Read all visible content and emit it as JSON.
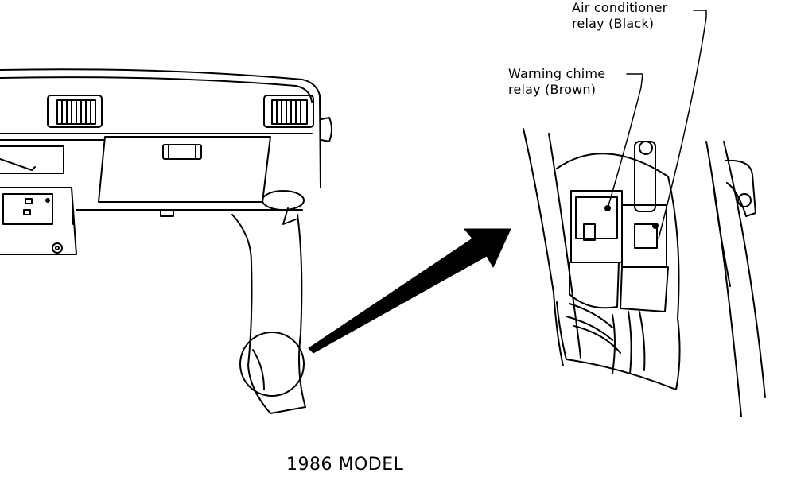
{
  "labels": {
    "ac_relay_line1": "Air conditioner",
    "ac_relay_line2": "relay (Black)",
    "chime_relay_line1": "Warning chime",
    "chime_relay_line2": "relay (Brown)"
  },
  "caption": "1986 MODEL",
  "colors": {
    "ink": "#000000",
    "paper": "#ffffff"
  }
}
